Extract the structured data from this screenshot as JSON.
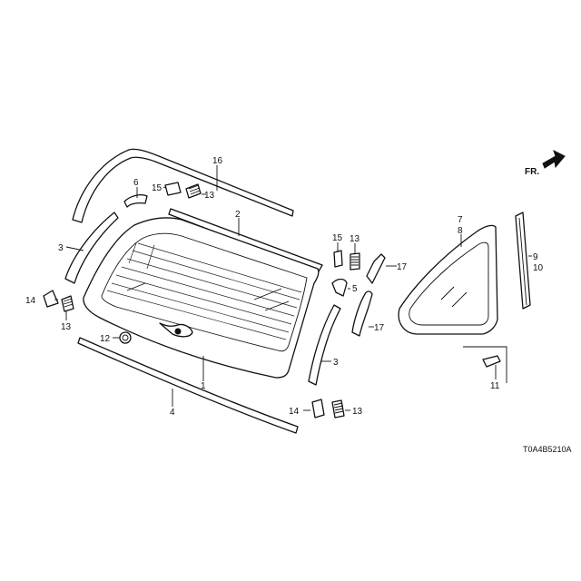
{
  "diagram": {
    "callouts": {
      "c1": "1",
      "c2": "2",
      "c3a": "3",
      "c3b": "3",
      "c4": "4",
      "c5": "5",
      "c6": "6",
      "c7": "7",
      "c8": "8",
      "c9": "9",
      "c10": "10",
      "c11": "11",
      "c12": "12",
      "c13a": "13",
      "c13b": "13",
      "c13c": "13",
      "c13d": "13",
      "c14a": "14",
      "c14b": "14",
      "c15a": "15",
      "c15b": "15",
      "c16": "16",
      "c17a": "17",
      "c17b": "17"
    },
    "direction_label": "FR.",
    "diagram_code": "T0A4B5210A"
  }
}
